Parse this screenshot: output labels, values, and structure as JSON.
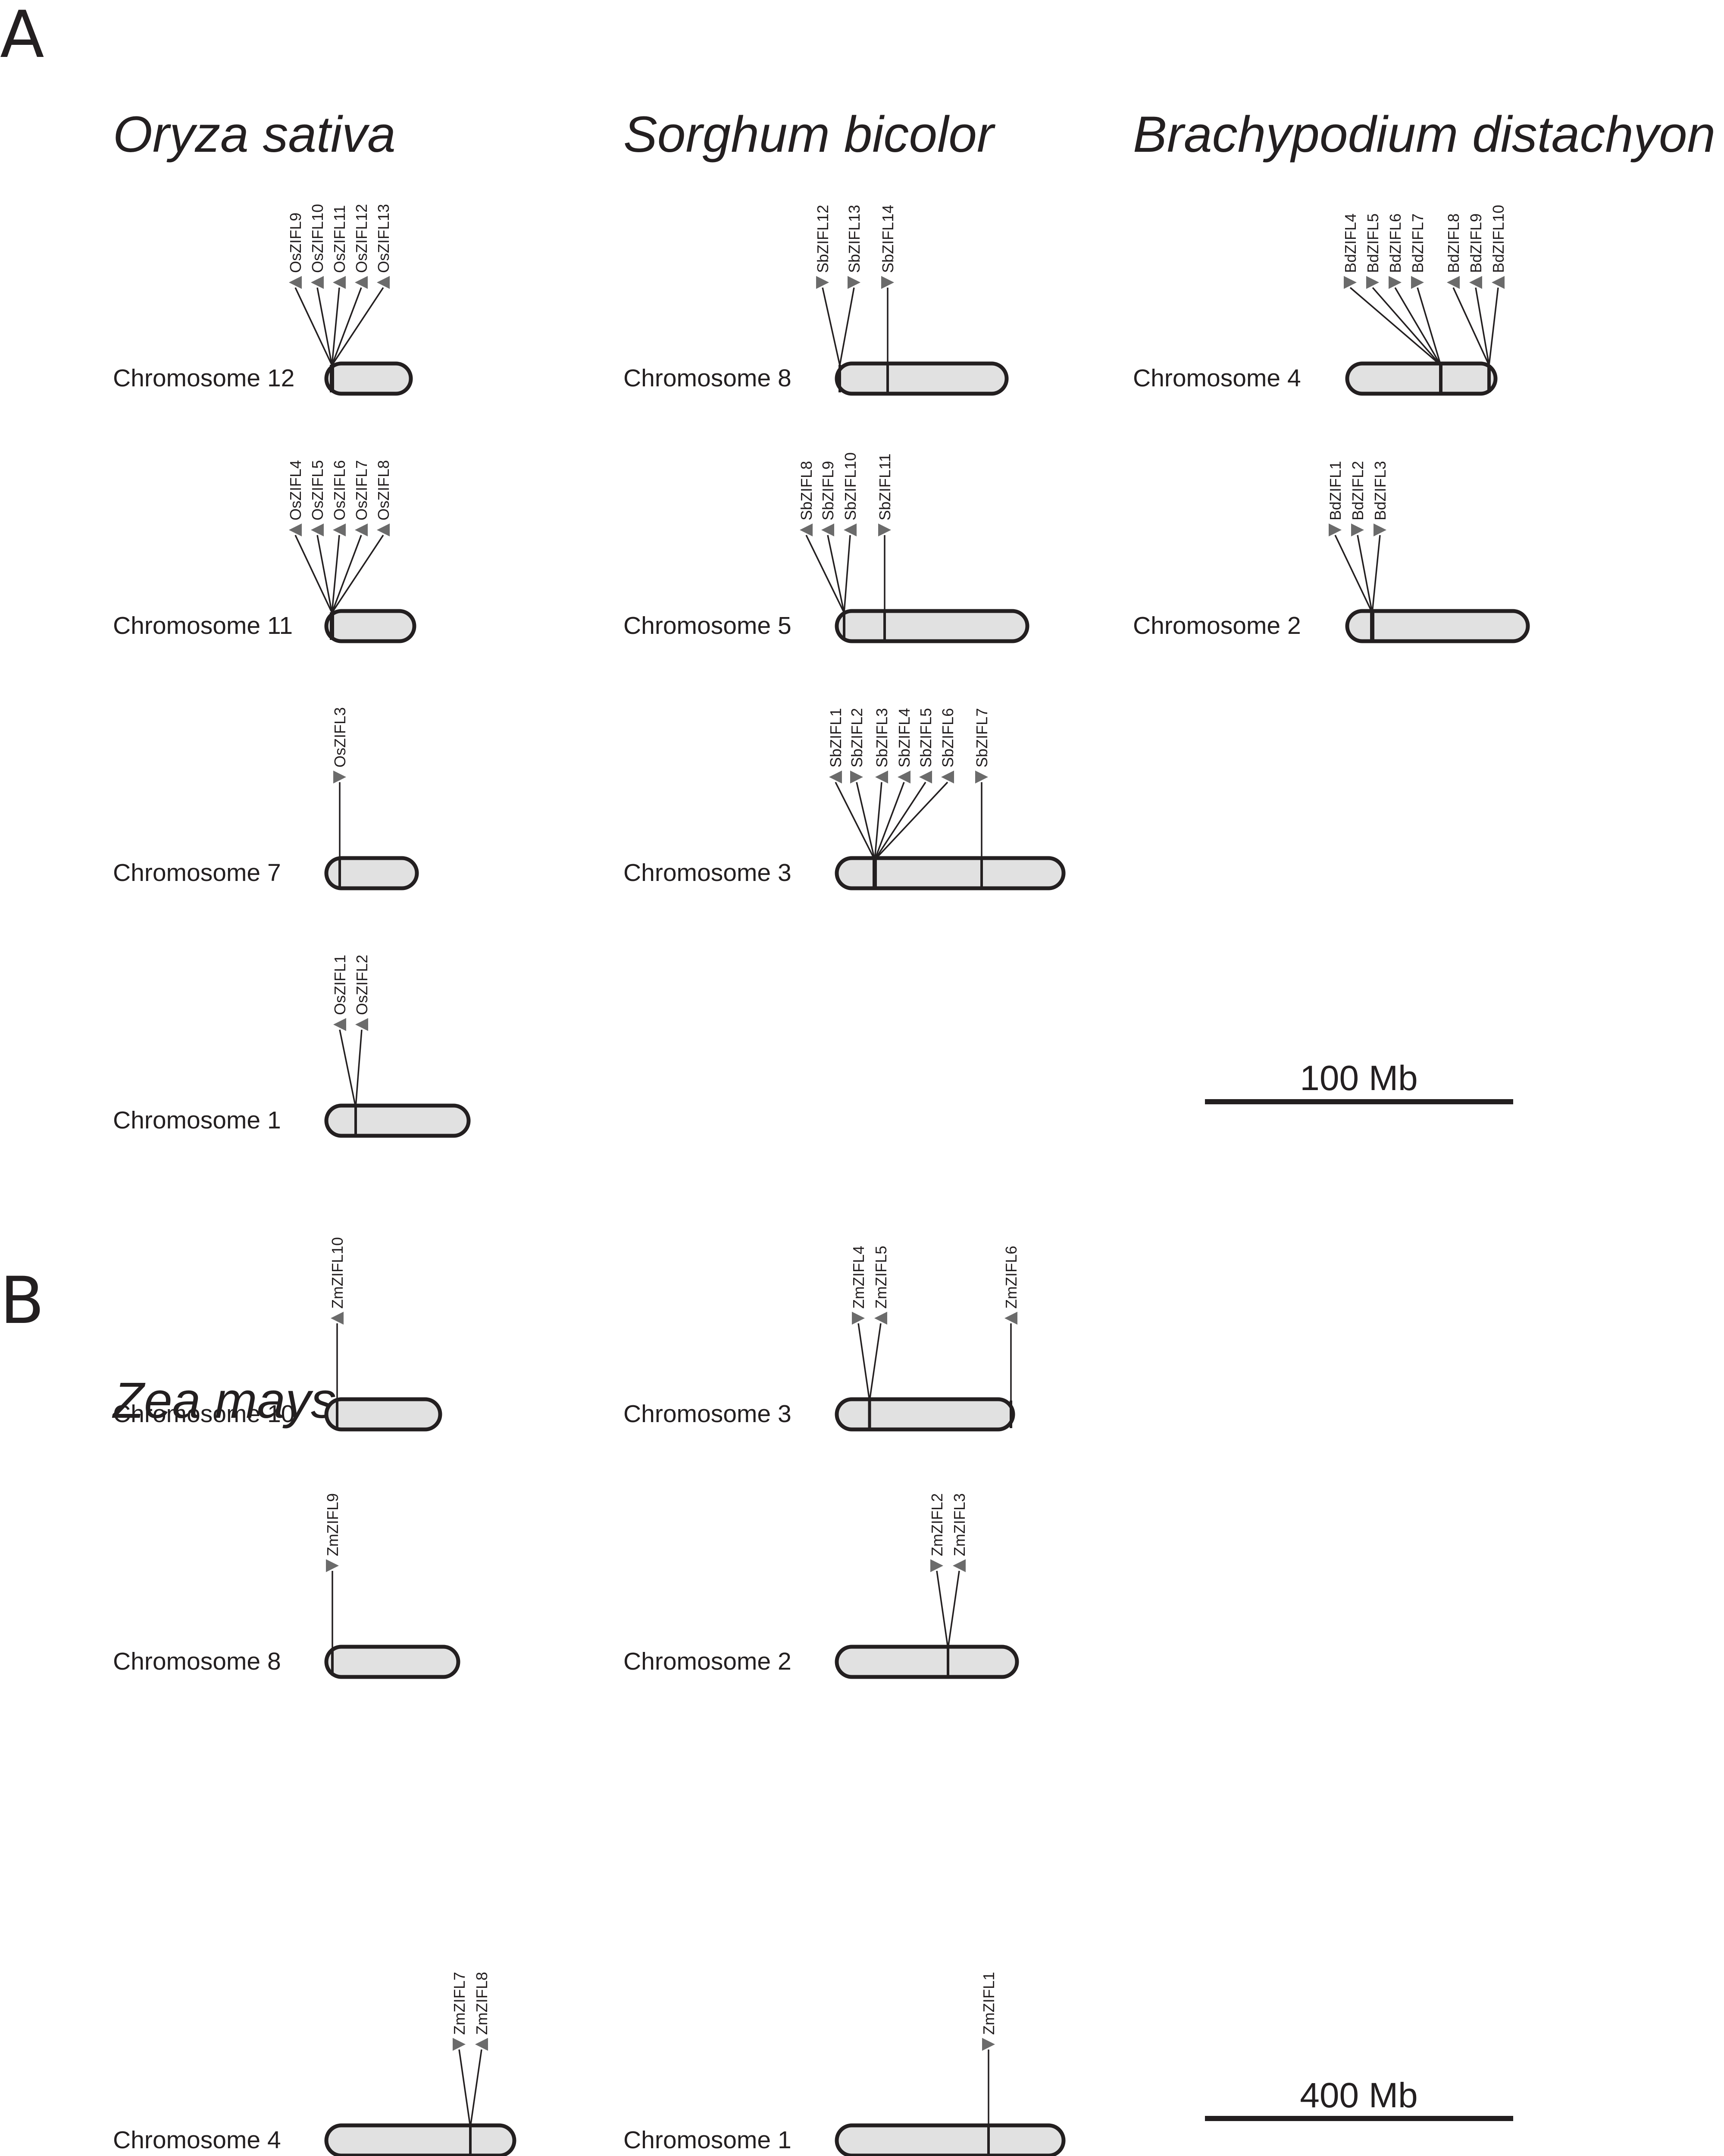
{
  "panels": [
    {
      "id": "A",
      "letter": "A"
    },
    {
      "id": "B",
      "letter": "B"
    }
  ],
  "species": [
    {
      "id": "os",
      "name": "Oryza sativa"
    },
    {
      "id": "sb",
      "name": "Sorghum bicolor"
    },
    {
      "id": "bd",
      "name": "Brachypodium distachyon"
    },
    {
      "id": "zm",
      "name": "Zea mays"
    }
  ],
  "scale_bars": [
    {
      "id": "scale-a",
      "label": "100 Mb"
    },
    {
      "id": "scale-b",
      "label": "400 Mb"
    }
  ],
  "chromosomes": [
    {
      "species": "os",
      "label": "Chromosome 12",
      "groups": [
        {
          "genes": [
            {
              "name": "OsZIFL9",
              "dir": "left"
            },
            {
              "name": "OsZIFL10",
              "dir": "left"
            },
            {
              "name": "OsZIFL11",
              "dir": "left"
            },
            {
              "name": "OsZIFL12",
              "dir": "left"
            },
            {
              "name": "OsZIFL13",
              "dir": "left"
            }
          ]
        }
      ]
    },
    {
      "species": "os",
      "label": "Chromosome 11",
      "groups": [
        {
          "genes": [
            {
              "name": "OsZIFL4",
              "dir": "left"
            },
            {
              "name": "OsZIFL5",
              "dir": "left"
            },
            {
              "name": "OsZIFL6",
              "dir": "left"
            },
            {
              "name": "OsZIFL7",
              "dir": "left"
            },
            {
              "name": "OsZIFL8",
              "dir": "left"
            }
          ]
        }
      ]
    },
    {
      "species": "os",
      "label": "Chromosome 7",
      "groups": [
        {
          "genes": [
            {
              "name": "OsZIFL3",
              "dir": "right"
            }
          ]
        }
      ]
    },
    {
      "species": "os",
      "label": "Chromosome 1",
      "groups": [
        {
          "genes": [
            {
              "name": "OsZIFL1",
              "dir": "left"
            },
            {
              "name": "OsZIFL2",
              "dir": "left"
            }
          ]
        }
      ]
    },
    {
      "species": "sb",
      "label": "Chromosome 8",
      "groups": [
        {
          "genes": [
            {
              "name": "SbZIFL12",
              "dir": "right"
            },
            {
              "name": "SbZIFL13",
              "dir": "right"
            }
          ]
        },
        {
          "genes": [
            {
              "name": "SbZIFL14",
              "dir": "right"
            }
          ]
        }
      ]
    },
    {
      "species": "sb",
      "label": "Chromosome 5",
      "groups": [
        {
          "genes": [
            {
              "name": "SbZIFL8",
              "dir": "left"
            },
            {
              "name": "SbZIFL9",
              "dir": "left"
            },
            {
              "name": "SbZIFL10",
              "dir": "left"
            }
          ]
        },
        {
          "genes": [
            {
              "name": "SbZIFL11",
              "dir": "right"
            }
          ]
        }
      ]
    },
    {
      "species": "sb",
      "label": "Chromosome 3",
      "groups": [
        {
          "genes": [
            {
              "name": "SbZIFL1",
              "dir": "left"
            },
            {
              "name": "SbZIFL2",
              "dir": "right"
            }
          ]
        },
        {
          "genes": [
            {
              "name": "SbZIFL3",
              "dir": "left"
            },
            {
              "name": "SbZIFL4",
              "dir": "left"
            },
            {
              "name": "SbZIFL5",
              "dir": "left"
            },
            {
              "name": "SbZIFL6",
              "dir": "left"
            }
          ]
        },
        {
          "genes": [
            {
              "name": "SbZIFL7",
              "dir": "right"
            }
          ]
        }
      ]
    },
    {
      "species": "bd",
      "label": "Chromosome 4",
      "groups": [
        {
          "genes": [
            {
              "name": "BdZIFL4",
              "dir": "right"
            },
            {
              "name": "BdZIFL5",
              "dir": "right"
            },
            {
              "name": "BdZIFL6",
              "dir": "right"
            },
            {
              "name": "BdZIFL7",
              "dir": "right"
            }
          ]
        },
        {
          "genes": [
            {
              "name": "BdZIFL8",
              "dir": "left"
            },
            {
              "name": "BdZIFL9",
              "dir": "left"
            },
            {
              "name": "BdZIFL10",
              "dir": "left"
            }
          ]
        }
      ]
    },
    {
      "species": "bd",
      "label": "Chromosome 2",
      "groups": [
        {
          "genes": [
            {
              "name": "BdZIFL1",
              "dir": "right"
            },
            {
              "name": "BdZIFL2",
              "dir": "right"
            },
            {
              "name": "BdZIFL3",
              "dir": "right"
            }
          ]
        }
      ]
    },
    {
      "species": "zm",
      "label": "Chromosome 10",
      "groups": [
        {
          "genes": [
            {
              "name": "ZmZIFL10",
              "dir": "left"
            }
          ]
        }
      ]
    },
    {
      "species": "zm",
      "label": "Chromosome 8",
      "groups": [
        {
          "genes": [
            {
              "name": "ZmZIFL9",
              "dir": "right"
            }
          ]
        }
      ]
    },
    {
      "species": "zm",
      "label": "Chromosome 4",
      "groups": [
        {
          "genes": [
            {
              "name": "ZmZIFL7",
              "dir": "right"
            },
            {
              "name": "ZmZIFL8",
              "dir": "left"
            }
          ]
        }
      ]
    },
    {
      "species": "zm",
      "label": "Chromosome 3",
      "groups": [
        {
          "genes": [
            {
              "name": "ZmZIFL4",
              "dir": "right"
            },
            {
              "name": "ZmZIFL5",
              "dir": "left"
            }
          ]
        },
        {
          "genes": [
            {
              "name": "ZmZIFL6",
              "dir": "left"
            }
          ]
        }
      ]
    },
    {
      "species": "zm",
      "label": "Chromosome 2",
      "groups": [
        {
          "genes": [
            {
              "name": "ZmZIFL2",
              "dir": "right"
            },
            {
              "name": "ZmZIFL3",
              "dir": "left"
            }
          ]
        }
      ]
    },
    {
      "species": "zm",
      "label": "Chromosome 1",
      "groups": [
        {
          "genes": [
            {
              "name": "ZmZIFL1",
              "dir": "right"
            }
          ]
        }
      ]
    }
  ]
}
